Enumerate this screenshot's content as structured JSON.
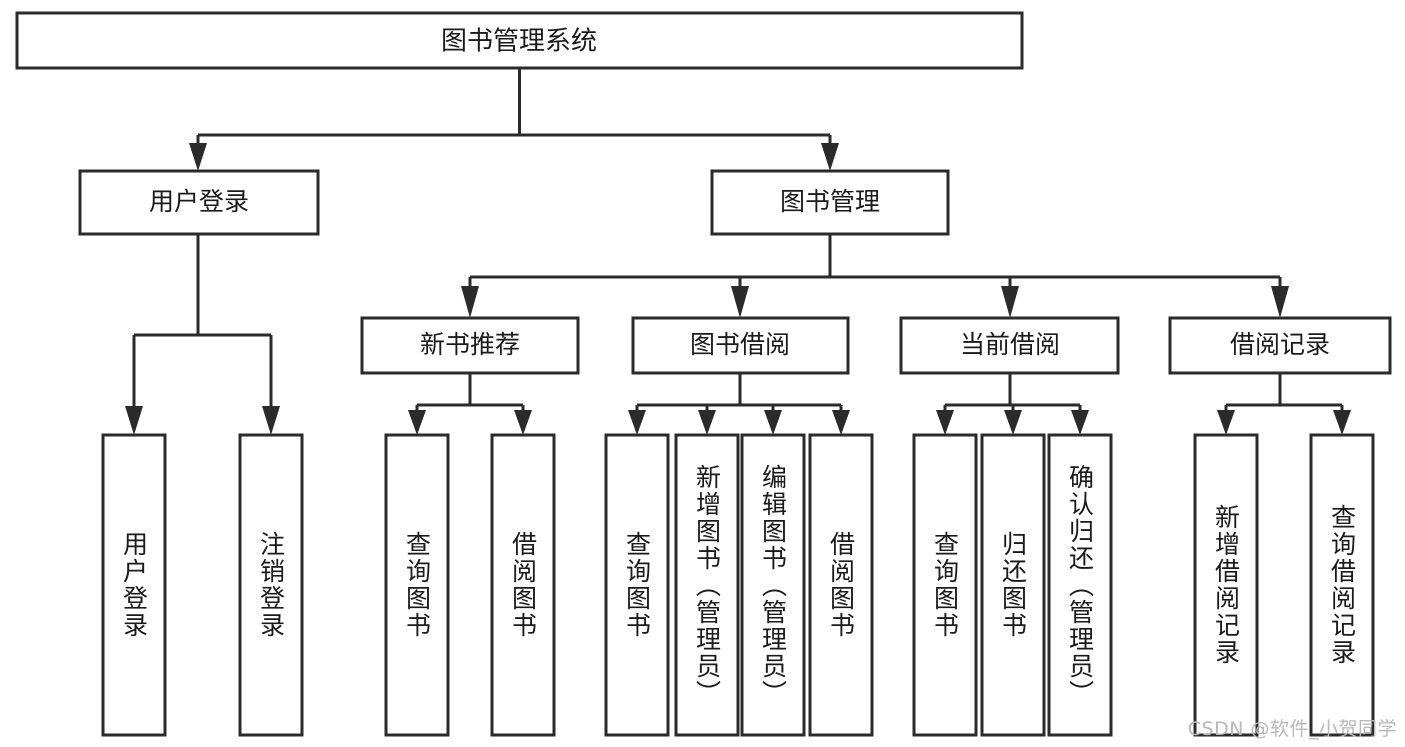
{
  "diagram": {
    "type": "tree-hierarchy-chart",
    "title": "图书管理系统",
    "orientation": "top-down",
    "background_color": "#ffffff",
    "line_color": "#2b2b2b",
    "text_color": "#1a1a1a",
    "root": {
      "label": "图书管理系统"
    },
    "level2": [
      {
        "label": "用户登录"
      },
      {
        "label": "图书管理"
      }
    ],
    "level3": [
      {
        "label": "新书推荐"
      },
      {
        "label": "图书借阅"
      },
      {
        "label": "当前借阅"
      },
      {
        "label": "借阅记录"
      }
    ],
    "leaves": {
      "user_login": [
        {
          "label": "用户登录"
        },
        {
          "label": "注销登录"
        }
      ],
      "new_book_recommend": [
        {
          "label": "查询图书"
        },
        {
          "label": "借阅图书"
        }
      ],
      "book_borrow": [
        {
          "label": "查询图书"
        },
        {
          "label": "新增图书（管理员）"
        },
        {
          "label": "编辑图书（管理员）"
        },
        {
          "label": "借阅图书"
        }
      ],
      "current_borrow": [
        {
          "label": "查询图书"
        },
        {
          "label": "归还图书"
        },
        {
          "label": "确认归还（管理员）"
        }
      ],
      "borrow_record": [
        {
          "label": "新增借阅记录"
        },
        {
          "label": "查询借阅记录"
        }
      ]
    }
  },
  "watermark": {
    "text": "CSDN @软件_小贺同学"
  }
}
